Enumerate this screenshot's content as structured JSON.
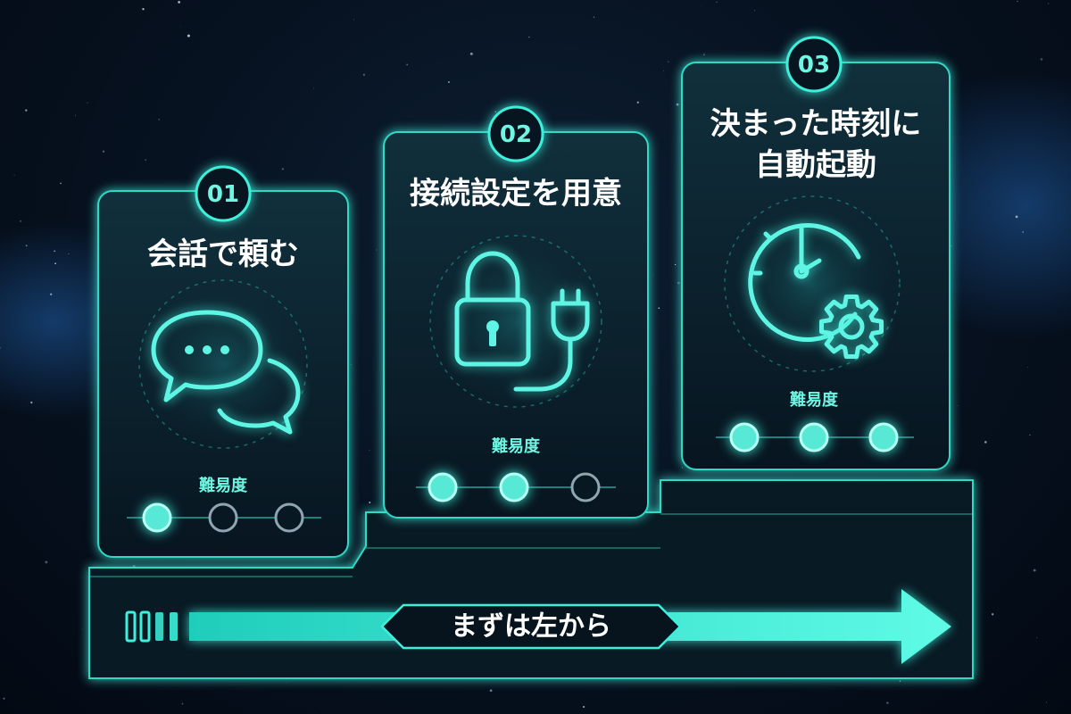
{
  "steps": [
    {
      "number": "01",
      "title_lines": [
        "会話で頼む"
      ],
      "icon": "chat-bubbles-icon",
      "difficulty_label": "難易度",
      "difficulty": 1,
      "difficulty_max": 3
    },
    {
      "number": "02",
      "title_lines": [
        "接続設定を用意"
      ],
      "icon": "lock-plug-icon",
      "difficulty_label": "難易度",
      "difficulty": 2,
      "difficulty_max": 3
    },
    {
      "number": "03",
      "title_lines": [
        "決まった時刻に",
        "自動起動"
      ],
      "icon": "clock-gear-icon",
      "difficulty_label": "難易度",
      "difficulty": 3,
      "difficulty_max": 3
    }
  ],
  "banner": {
    "label": "まずは左から"
  },
  "colors": {
    "accent": "#3ef0dc",
    "card_bg": "#0b1e2a",
    "background": "#050d18",
    "text": "#ffffff"
  }
}
